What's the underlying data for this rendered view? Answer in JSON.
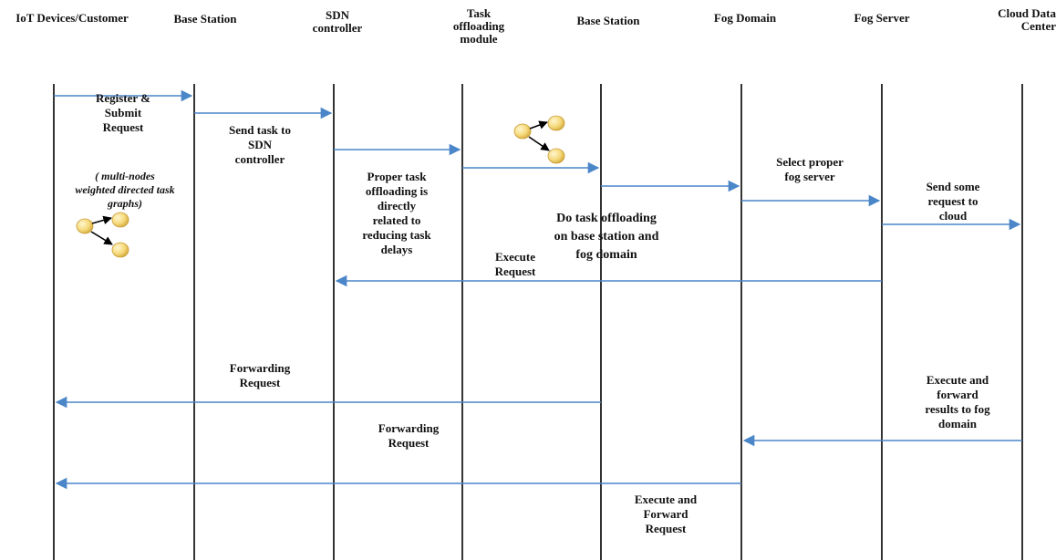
{
  "participants": [
    "IoT Devices/Customer",
    "Base Station",
    "SDN\ncontroller",
    "Task\noffloading\nmodule",
    "Base Station",
    "Fog Domain",
    "Fog Server",
    "Cloud Data\nCenter"
  ],
  "messages": [
    {
      "from": 0,
      "to": 1,
      "label": "Register &\nSubmit\nRequest"
    },
    {
      "from": 1,
      "to": 2,
      "label": "Send task to\nSDN\ncontroller"
    },
    {
      "from": 2,
      "to": 3,
      "label": ""
    },
    {
      "from": 3,
      "to": 4,
      "label": ""
    },
    {
      "from": 4,
      "to": 5,
      "label": ""
    },
    {
      "from": 5,
      "to": 6,
      "label": "Select proper\nfog server"
    },
    {
      "from": 6,
      "to": 7,
      "label": "Send some\nrequest to\ncloud"
    },
    {
      "from": 6,
      "to": 2,
      "label": "Execute\nRequest"
    },
    {
      "from": 4,
      "to": 0,
      "label": "Forwarding\nRequest"
    },
    {
      "from": 7,
      "to": 5,
      "label": "Execute and\nforward\nresults to fog\ndomain"
    },
    {
      "from": 5,
      "to": 0,
      "label": "Forwarding\nRequest"
    },
    {
      "from": "",
      "to": "",
      "label": "Execute and\nForward\nRequest"
    }
  ],
  "notes": {
    "task_graph": "( multi-nodes\nweighted directed task\ngraphs)",
    "proper_offloading": "Proper task\noffloading is\ndirectly\nrelated to\nreducing task\ndelays",
    "do_offloading": "Do task offloading\non base station and\nfog domain"
  },
  "colors": {
    "arrow": "#4a86c8",
    "lifeline": "#000000",
    "node_fill": "#f5d97a"
  },
  "icons": [
    "task-graph-icon",
    "task-graph-icon"
  ]
}
